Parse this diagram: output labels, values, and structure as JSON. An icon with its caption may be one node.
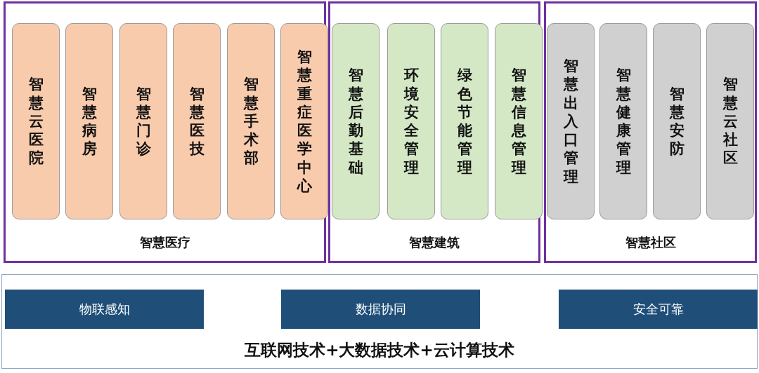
{
  "diagram": {
    "nodes": [
      {
        "text": [
          "智慧医疗"
        ]
      },
      {
        "text": [
          "智慧云医院"
        ],
        "in": 0
      },
      {
        "text": [
          "智慧病房"
        ],
        "in": 0
      },
      {
        "text": [
          "智慧门诊"
        ],
        "in": 0
      },
      {
        "text": [
          "智慧医技"
        ],
        "in": 0
      },
      {
        "text": [
          "智慧手术部"
        ],
        "in": 0
      },
      {
        "text": [
          "智慧重症医学中心"
        ],
        "in": 0
      },
      {
        "text": [
          "智慧建筑"
        ]
      },
      {
        "text": [
          "智慧后勤基础"
        ],
        "in": 7
      },
      {
        "text": [
          "环境安全管理"
        ],
        "in": 7
      },
      {
        "text": [
          "绿色节能管理"
        ],
        "in": 7
      },
      {
        "text": [
          "智慧信息管理"
        ],
        "in": 7
      },
      {
        "text": [
          "智慧社区"
        ]
      },
      {
        "text": [
          "智慧出入口管理"
        ],
        "in": 12
      },
      {
        "text": [
          "智慧健康管理"
        ],
        "in": 12
      },
      {
        "text": [
          "智慧安防"
        ],
        "in": 12
      },
      {
        "text": [
          "智慧云社区"
        ],
        "in": 12
      },
      {
        "text": [
          "互联网技术+大数据技术+云计算技术"
        ]
      },
      {
        "text": [
          "物联感知"
        ],
        "in": 17
      },
      {
        "text": [
          "数据协同"
        ],
        "in": 17
      },
      {
        "text": [
          "安全可靠"
        ],
        "in": 17
      }
    ]
  }
}
